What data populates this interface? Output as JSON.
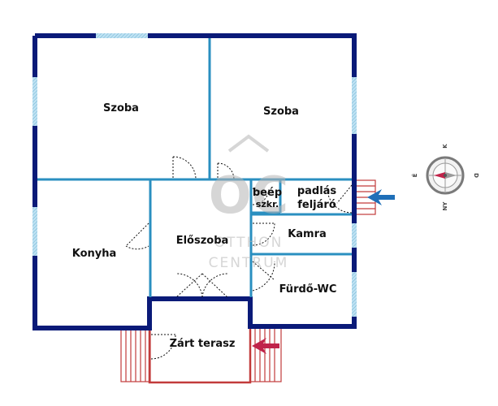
{
  "rooms": {
    "szoba_1": "Szoba",
    "szoba_2": "Szoba",
    "beep_line1": "beép",
    "beep_line2": "szkr.",
    "padlas_line1": "padlás",
    "padlas_line2": "feljáró",
    "konyha": "Konyha",
    "eloszoba": "Előszoba",
    "kamra": "Kamra",
    "furdo_wc": "Fürdő-WC",
    "zart_terasz": "Zárt terasz"
  },
  "watermark": {
    "logo_letters": "OC",
    "line1": "OTTHON",
    "line2": "CENTRUM"
  },
  "compass": {
    "north": "K",
    "east": "D",
    "south": "NY",
    "west": "É"
  },
  "colors": {
    "outer_wall": "#0a1a78",
    "inner_wall": "#2a8fc0",
    "window": "#9ccfe8",
    "terrace": "#c23b3b",
    "entry_arrow": "#c0234a",
    "attic_arrow": "#1f6fb8",
    "watermark": "#b5b5b5"
  }
}
